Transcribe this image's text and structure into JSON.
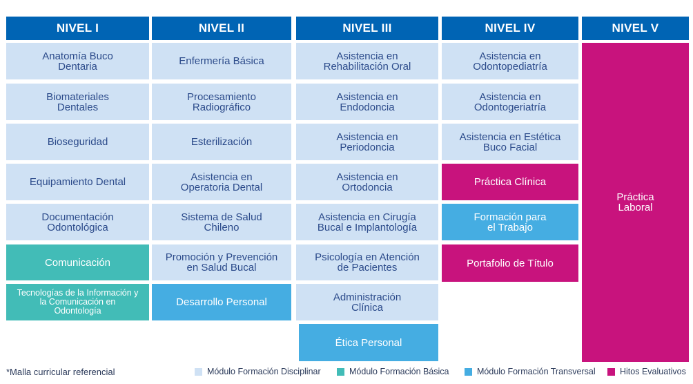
{
  "headers": [
    "NIVEL I",
    "NIVEL II",
    "NIVEL III",
    "NIVEL IV",
    "NIVEL V"
  ],
  "colors": {
    "header": "#0064b4",
    "disciplinar": "#cfe1f4",
    "basica": "#42bcb7",
    "transversal": "#45ade2",
    "hitos": "#c8137d"
  },
  "col1": [
    "Anatomía Buco\nDentaria",
    "Biomateriales\nDentales",
    "Bioseguridad",
    "Equipamiento Dental",
    "Documentación\nOdontológica",
    "Comunicación",
    "Tecnologías de la Información y\nla Comunicación en\nOdontología"
  ],
  "col2": [
    "Enfermería Básica",
    "Procesamiento\nRadiográfico",
    "Esterilización",
    "Asistencia en\nOperatoria Dental",
    "Sistema de Salud\nChileno",
    "Promoción y Prevención\nen Salud Bucal",
    "Desarrollo Personal"
  ],
  "col3": [
    "Asistencia en\nRehabilitación Oral",
    "Asistencia en\nEndodoncia",
    "Asistencia en\nPeriodoncia",
    "Asistencia en\nOrtodoncia",
    "Asistencia en Cirugía\nBucal e Implantología",
    "Psicología en Atención\nde Pacientes",
    "Administración\nClínica",
    "Ética Personal"
  ],
  "col4": [
    "Asistencia en\nOdontopediatría",
    "Asistencia en\nOdontogeriatría",
    "Asistencia en Estética\nBuco Facial",
    "Práctica Clínica",
    "Formación para\nel Trabajo",
    "Portafolio de Título"
  ],
  "col5": [
    "Práctica\nLaboral"
  ],
  "footnote": "*Malla curricular referencial",
  "legend": [
    "Módulo Formación Disciplinar",
    "Módulo Formación Básica",
    "Módulo Formación Transversal",
    "Hitos Evaluativos"
  ]
}
